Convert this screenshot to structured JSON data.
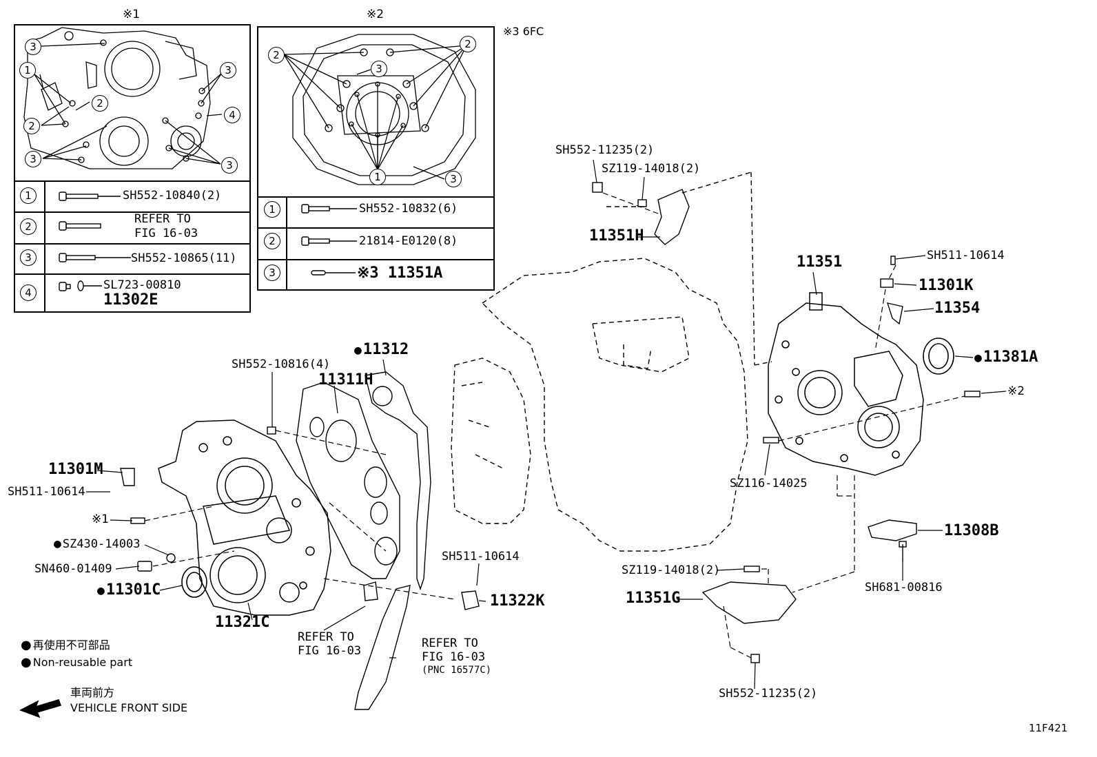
{
  "callouts": {
    "ref1": "※1",
    "ref2": "※2",
    "ref3_note": "※3 6FC"
  },
  "table1": {
    "rows": [
      {
        "num": "1",
        "text": "SH552-10840(2)"
      },
      {
        "num": "2",
        "text": "REFER TO\nFIG 16-03"
      },
      {
        "num": "3",
        "text": "SH552-10865(11)"
      },
      {
        "num": "4",
        "text": "SL723-00810",
        "text2": "11302E"
      }
    ]
  },
  "table2": {
    "rows": [
      {
        "num": "1",
        "text": "SH552-10832(6)"
      },
      {
        "num": "2",
        "text": "21814-E0120(8)"
      },
      {
        "num": "3",
        "text": "※3 11351A"
      }
    ]
  },
  "labels": {
    "sh552_11235_top": "SH552-11235(2)",
    "sz119_14018_top": "SZ119-14018(2)",
    "p11351h": "11351H",
    "p11351": "11351",
    "sh511_10614_r": "SH511-10614",
    "p11301k": "11301K",
    "p11354": "11354",
    "p11381a": "11381A",
    "ref2_bolt": "※2",
    "p11312": "11312",
    "sh552_10816": "SH552-10816(4)",
    "p11311h": "11311H",
    "p11301m": "11301M",
    "sh511_10614_l": "SH511-10614",
    "ref1_bolt": "※1",
    "sz430_14003": "SZ430-14003",
    "sn460_01409": "SN460-01409",
    "p11301c": "11301C",
    "p11321c": "11321C",
    "refer_a": "REFER TO",
    "refer_a2": "FIG 16-03",
    "refer_b": "REFER TO",
    "refer_b2": "FIG 16-03",
    "refer_b3": "(PNC 16577C)",
    "sh511_10614_c": "SH511-10614",
    "p11322k": "11322K",
    "sz116_14025": "SZ116-14025",
    "p11308b": "11308B",
    "sh681_00816": "SH681-00816",
    "sz119_14018_bot": "SZ119-14018(2)",
    "p11351g": "11351G",
    "sh552_11235_bot": "SH552-11235(2)"
  },
  "legend": {
    "nonreusable_jp": "再使用不可部品",
    "nonreusable_en": "Non-reusable part",
    "front_jp": "車両前方",
    "front_en": "VEHICLE FRONT SIDE"
  },
  "figure_id": "11F421"
}
